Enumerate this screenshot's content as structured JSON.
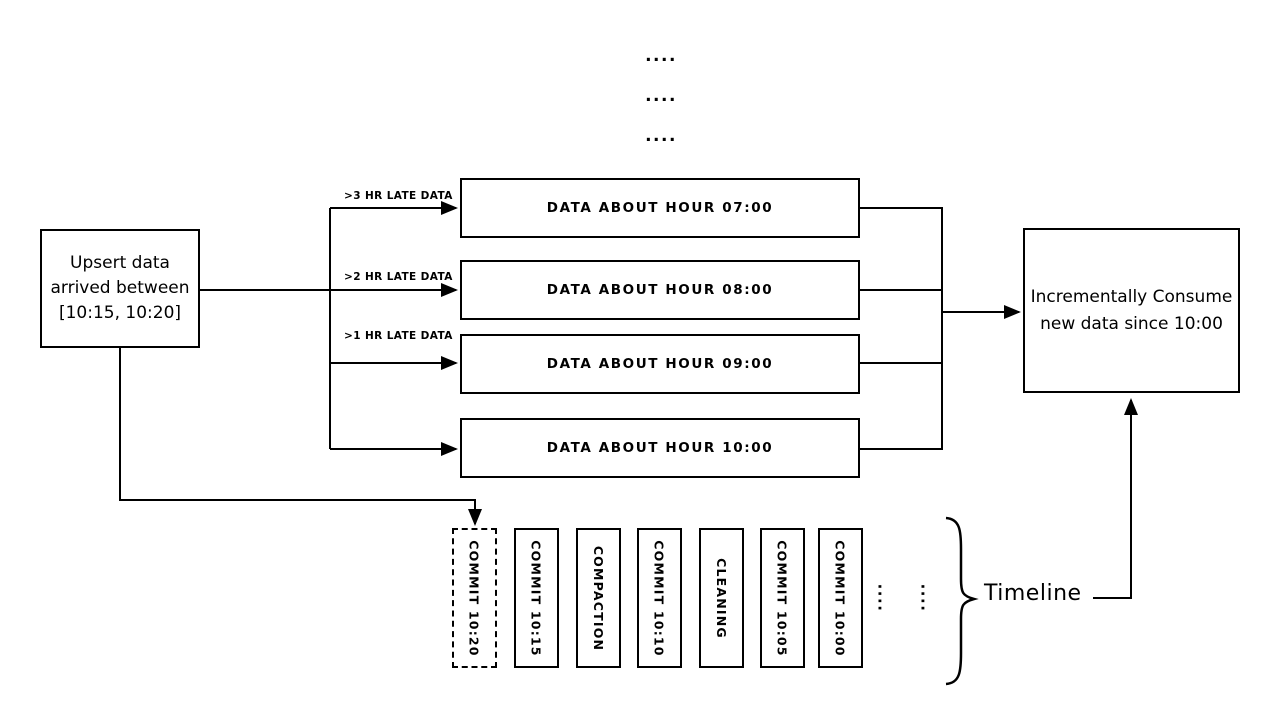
{
  "diagram": {
    "colors": {
      "ink": "#000000",
      "background": "#ffffff"
    },
    "top_ellipsis": [
      "....",
      "....",
      "...."
    ],
    "upsert_box": {
      "line1": "Upsert data",
      "line2": "arrived between",
      "line3": "[10:15, 10:20]"
    },
    "late_data_labels": [
      ">3 HR LATE DATA",
      ">2 HR LATE DATA",
      ">1 HR LATE DATA"
    ],
    "hour_boxes": [
      "DATA ABOUT HOUR 07:00",
      "DATA ABOUT HOUR 08:00",
      "DATA ABOUT HOUR 09:00",
      "DATA ABOUT HOUR 10:00"
    ],
    "consume_box": {
      "line1": "Incrementally Consume",
      "line2": "new data since 10:00"
    },
    "timeline": {
      "commits": [
        {
          "label": "COMMIT 10:20",
          "border": "dashed"
        },
        {
          "label": "COMMIT 10:15",
          "border": "solid"
        },
        {
          "label": "COMPACTION",
          "border": "solid"
        },
        {
          "label": "COMMIT 10:10",
          "border": "solid"
        },
        {
          "label": "CLEANING",
          "border": "solid"
        },
        {
          "label": "COMMIT 10:05",
          "border": "solid"
        },
        {
          "label": "COMMIT 10:00",
          "border": "solid"
        }
      ],
      "ellipsis": [
        "....",
        "...."
      ],
      "label": "Timeline"
    }
  }
}
